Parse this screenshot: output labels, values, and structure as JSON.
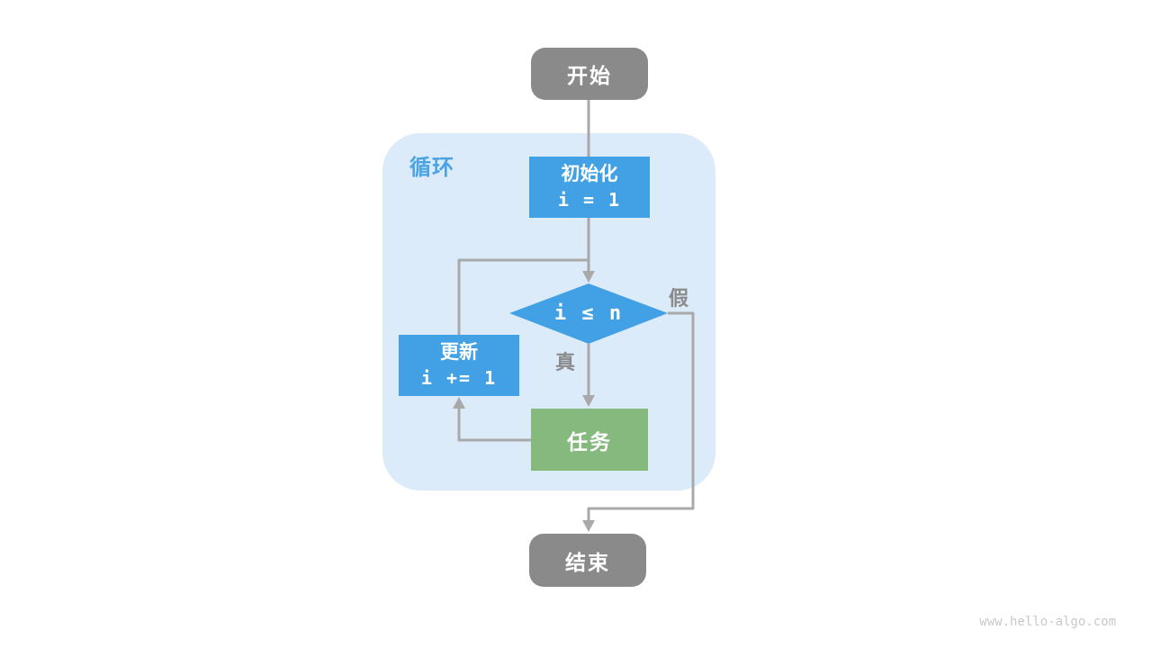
{
  "diagram": {
    "loop_label": "循环",
    "nodes": {
      "start": {
        "label": "开始"
      },
      "init": {
        "label": "初始化",
        "code": "i = 1"
      },
      "condition": {
        "label": "i ≤ n"
      },
      "update": {
        "label": "更新",
        "code": "i += 1"
      },
      "task": {
        "label": "任务"
      },
      "end": {
        "label": "结束"
      }
    },
    "edges": {
      "true_label": "真",
      "false_label": "假"
    },
    "colors": {
      "process_blue": "#42a1e4",
      "task_green": "#85b97e",
      "terminal_gray": "#8a8a8a",
      "loop_background": "#dcebf9",
      "loop_label_blue": "#4ba3e6",
      "connector_gray": "#a9a9a9",
      "branch_label_gray": "#8b8b8b"
    }
  },
  "watermark": "www.hello-algo.com"
}
